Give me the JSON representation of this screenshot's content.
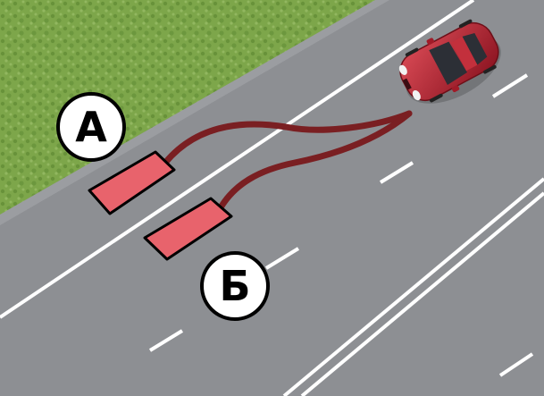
{
  "scene": {
    "title": "",
    "options": [
      {
        "id": "A",
        "label": "А"
      },
      {
        "id": "B",
        "label": "Б"
      }
    ],
    "colors": {
      "grass": "#7da64a",
      "grass_dark": "#5f8a34",
      "road": "#8d8f93",
      "lane_marking": "#ffffff",
      "trajectory": "#7a1f22",
      "parking_zone": "#e8636c",
      "parking_zone_border": "#000000",
      "car_body": "#b3202e",
      "label_circle": "#ffffff"
    }
  }
}
